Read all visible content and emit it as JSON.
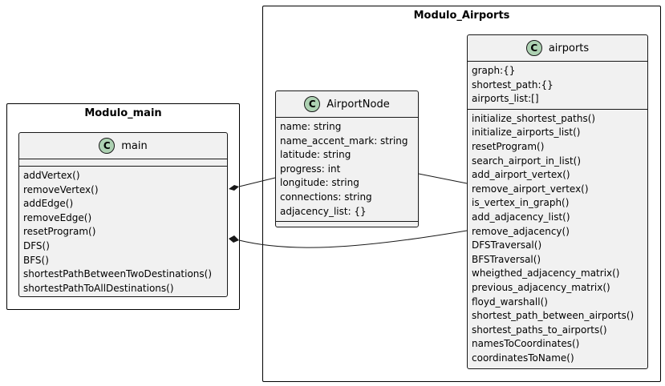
{
  "packages": {
    "main": {
      "title": "Modulo_main"
    },
    "airports": {
      "title": "Modulo_Airports"
    }
  },
  "classes": {
    "main": {
      "stereotype_letter": "C",
      "name": "main",
      "fields": [],
      "methods": [
        "addVertex()",
        "removeVertex()",
        "addEdge()",
        "removeEdge()",
        "resetProgram()",
        "DFS()",
        "BFS()",
        "shortestPathBetweenTwoDestinations()",
        "shortestPathToAllDestinations()"
      ]
    },
    "airportnode": {
      "stereotype_letter": "C",
      "name": "AirportNode",
      "fields": [
        "name: string",
        "name_accent_mark: string",
        "latitude: string",
        "progress: int",
        "longitude: string",
        "connections: string",
        "adjacency_list: {}"
      ],
      "methods": []
    },
    "airports": {
      "stereotype_letter": "C",
      "name": "airports",
      "fields": [
        "graph:{}",
        "shortest_path:{}",
        "airports_list:[]"
      ],
      "methods": [
        "initialize_shortest_paths()",
        "initialize_airports_list()",
        "resetProgram()",
        "search_airport_in_list()",
        "add_airport_vertex()",
        "remove_airport_vertex()",
        "is_vertex_in_graph()",
        "add_adjacency_list()",
        "remove_adjacency()",
        "DFSTraversal()",
        "BFSTraversal()",
        "wheigthed_adjacency_matrix()",
        "previous_adjacency_matrix()",
        "floyd_warshall()",
        "shortest_path_between_airports()",
        "shortest_paths_to_airports()",
        "namesToCoordinates()",
        "coordinatesToName()"
      ]
    }
  },
  "colors": {
    "class_fill": "#f1f1f1",
    "class_border": "#181818",
    "class_icon": "#add1b2"
  }
}
